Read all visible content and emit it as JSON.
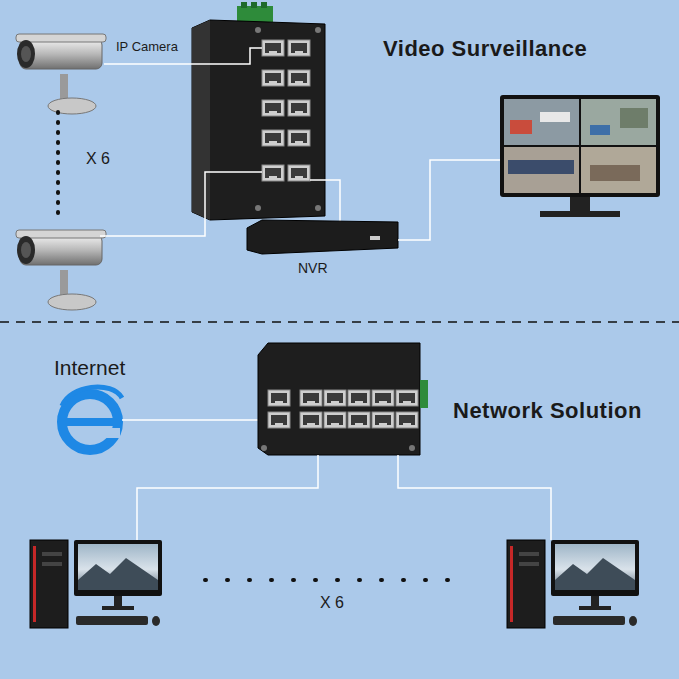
{
  "diagram": {
    "labels": [
      "IP Camera",
      "X 6",
      "Video Surveillance",
      "NVR",
      "Internet",
      "Network Solution",
      "X 6"
    ]
  }
}
